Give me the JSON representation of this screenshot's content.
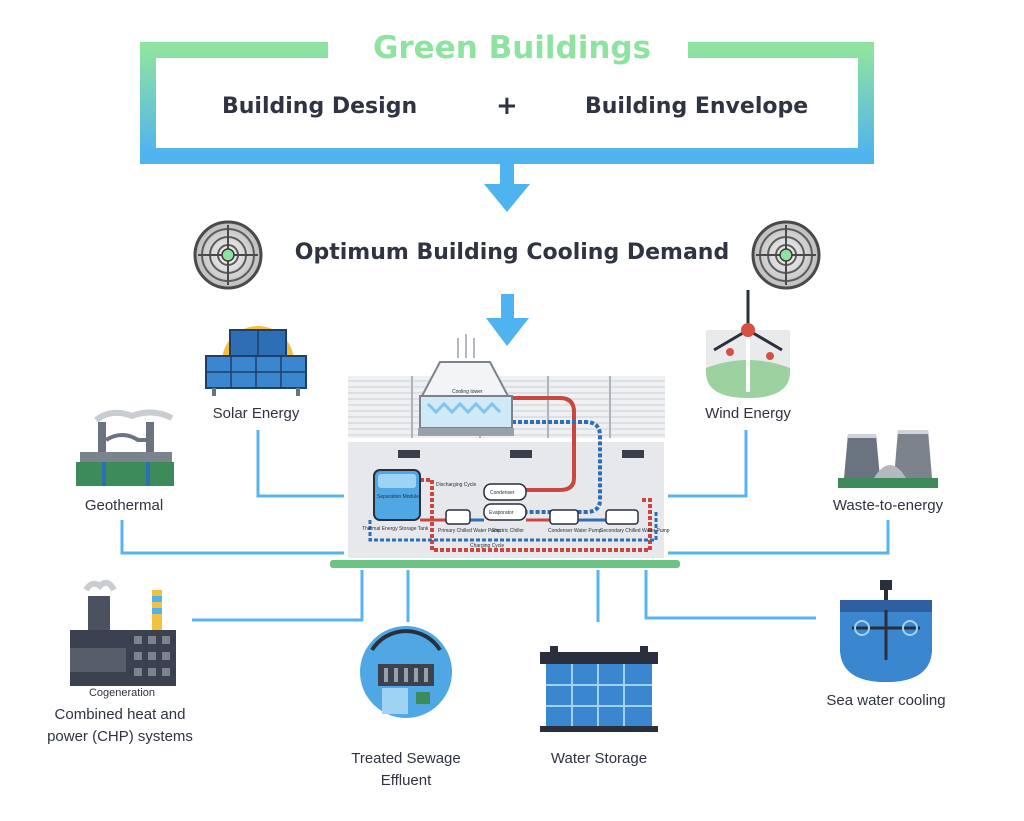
{
  "header": {
    "title": "Green Buildings",
    "left_term": "Building Design",
    "operator": "+",
    "right_term": "Building Envelope"
  },
  "demand": {
    "label": "Optimum Building Cooling Demand"
  },
  "plant": {
    "cooling_tower": "Cooling tower",
    "separation_module": "Separation Module",
    "tes_tank": "Thermal Energy Storage Tank",
    "discharging_cycle": "Discharging Cycle",
    "condenser": "Condenser",
    "evaporator": "Evaporator",
    "primary_pump": "Primary Chilled Water Pump",
    "electric_chiller": "Electric Chiller",
    "condenser_pump": "Condenser Water Pump",
    "secondary_pump": "Secondary Chilled Water Pump",
    "charging_cycle": "Charging Cycle"
  },
  "sources": {
    "solar": "Solar Energy",
    "wind": "Wind Energy",
    "geothermal": "Geothermal",
    "waste": "Waste-to-energy",
    "cogeneration_caption": "Cogeneration",
    "chp_line1": "Combined heat and",
    "chp_line2": "power (CHP) systems",
    "sewage_line1": "Treated Sewage",
    "sewage_line2": "Effluent",
    "water_storage": "Water Storage",
    "sea_water": "Sea water cooling"
  },
  "colors": {
    "title_green": "#8fe3a1",
    "frame_top": "#8fe3a1",
    "frame_bottom": "#4fb3f0",
    "arrow_blue": "#4fb3f0",
    "connector_blue": "#5ab4ec",
    "hot_pipe": "#c9473e",
    "cold_pipe": "#2d6fb4",
    "text_dark": "#2f3342"
  },
  "icons": [
    "fan-icon",
    "solar-panel-icon",
    "wind-turbine-icon",
    "geothermal-plant-icon",
    "waste-to-energy-icon",
    "cogeneration-plant-icon",
    "sewage-effluent-icon",
    "water-storage-tank-icon",
    "sea-water-cooling-icon",
    "cooling-tower-icon"
  ]
}
